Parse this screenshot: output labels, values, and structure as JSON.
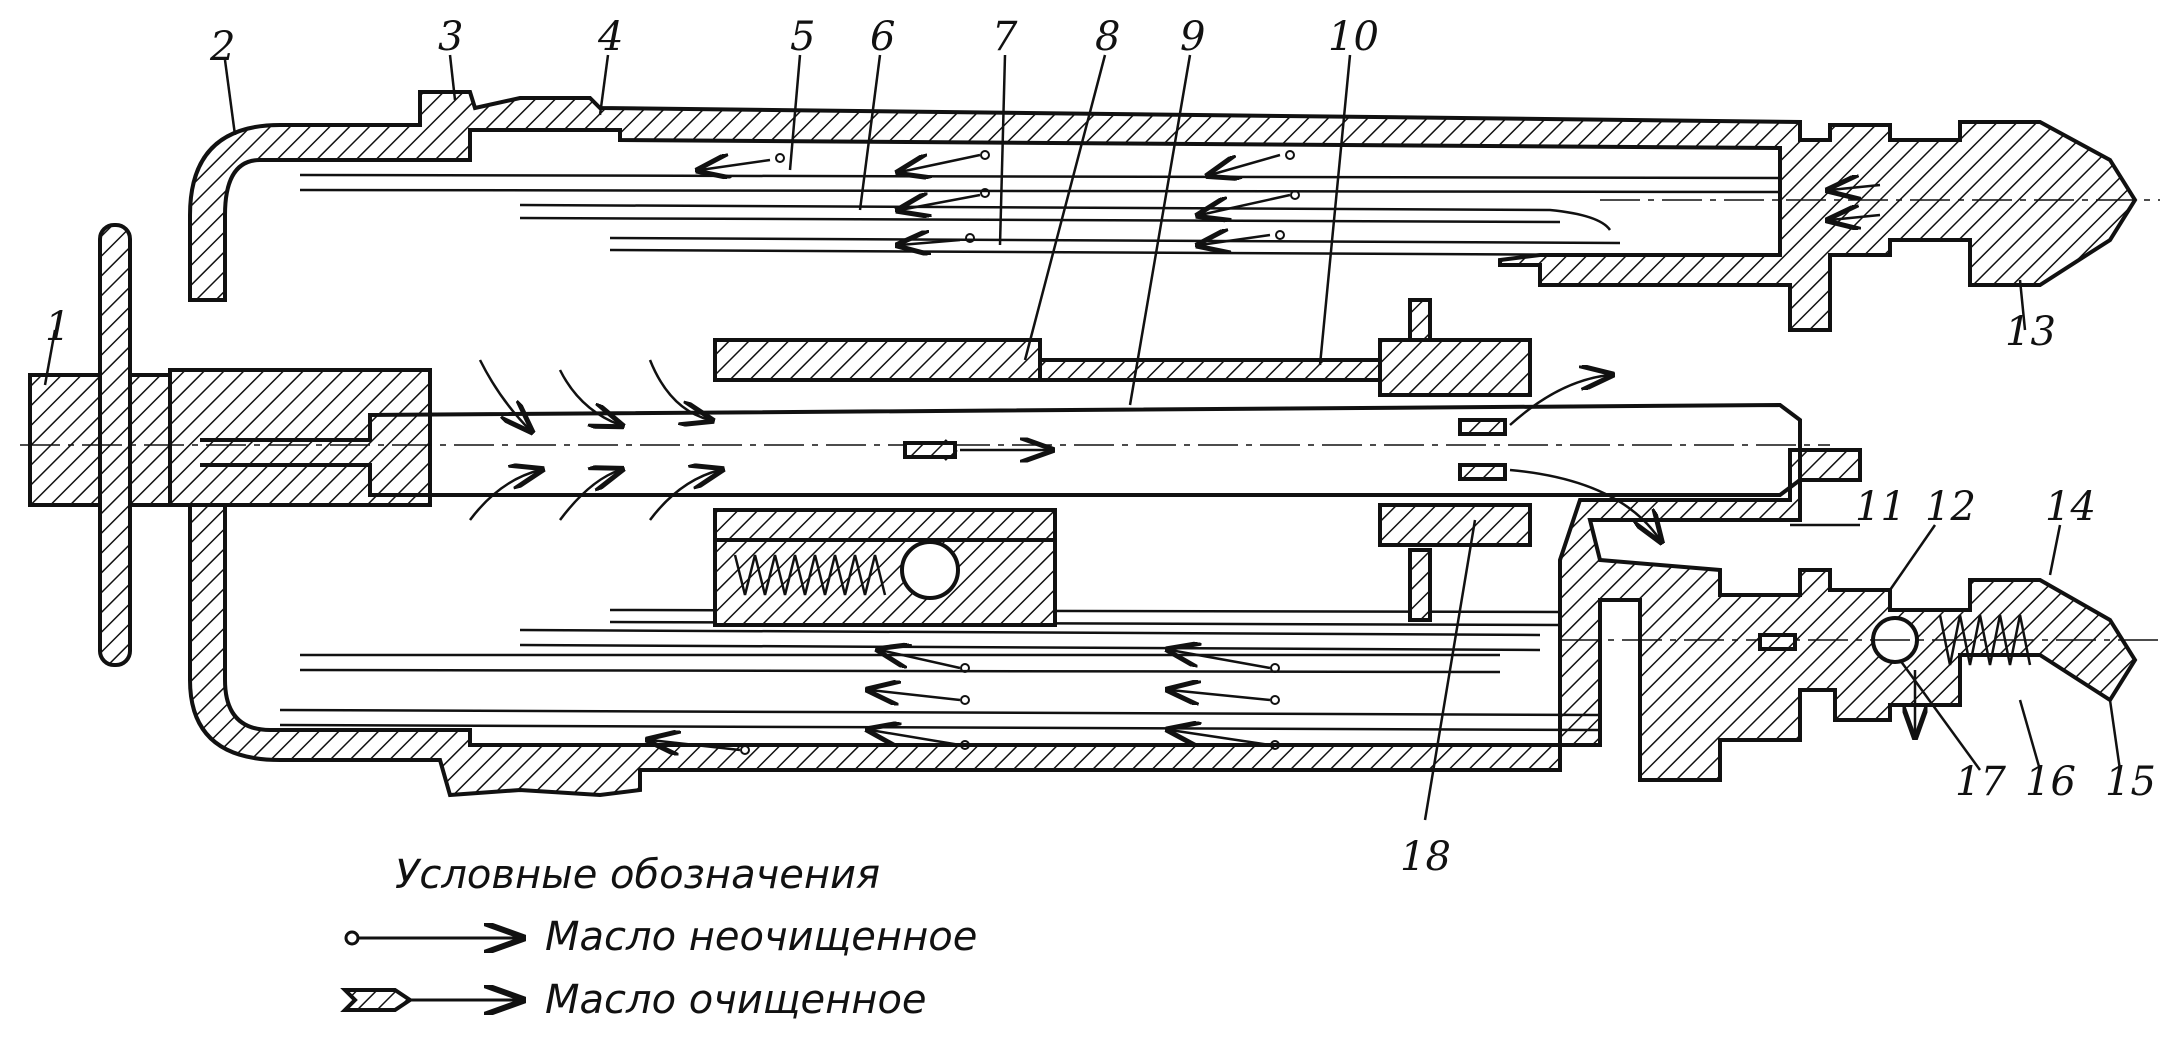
{
  "callouts": [
    {
      "id": "1",
      "label": "1"
    },
    {
      "id": "2",
      "label": "2"
    },
    {
      "id": "3",
      "label": "3"
    },
    {
      "id": "4",
      "label": "4"
    },
    {
      "id": "5",
      "label": "5"
    },
    {
      "id": "6",
      "label": "6"
    },
    {
      "id": "7",
      "label": "7"
    },
    {
      "id": "8",
      "label": "8"
    },
    {
      "id": "9",
      "label": "9"
    },
    {
      "id": "10",
      "label": "10"
    },
    {
      "id": "11",
      "label": "11"
    },
    {
      "id": "12",
      "label": "12"
    },
    {
      "id": "13",
      "label": "13"
    },
    {
      "id": "14",
      "label": "14"
    },
    {
      "id": "15",
      "label": "15"
    },
    {
      "id": "16",
      "label": "16"
    },
    {
      "id": "17",
      "label": "17"
    },
    {
      "id": "18",
      "label": "18"
    }
  ],
  "legend": {
    "title": "Условные  обозначения",
    "items": [
      {
        "label": "Масло  неочищенное",
        "symbol": "thin-arrow-circle"
      },
      {
        "label": "Масло  очищенное",
        "symbol": "hatched-arrow"
      }
    ]
  }
}
